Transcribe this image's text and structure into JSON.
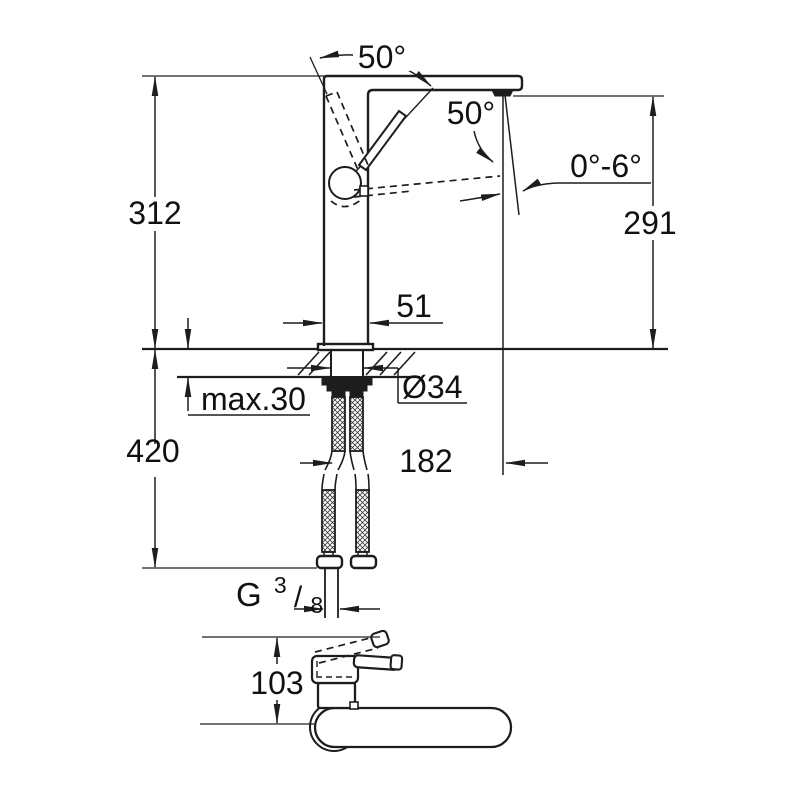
{
  "drawing": {
    "description": "faucet installation dimensional drawing, side view and top view",
    "background": "#ffffff",
    "line_color": "#1d1d1d",
    "labels": {
      "spout_swivel_angle": "50°",
      "handle_open_angle": "50°",
      "spout_tilt_range": "0°-6°",
      "height_to_spout_top": "312",
      "outlet_height": "291",
      "body_width": "51",
      "mounting_hole_diameter": "Ø34",
      "max_mounting_thickness": "max.30",
      "length_below_deck": "420",
      "spout_reach": "182",
      "supply_thread_prefix": "G",
      "supply_thread_numerator": "3",
      "supply_thread_slash": "/",
      "supply_thread_denominator": "8",
      "top_view_depth": "103"
    }
  }
}
